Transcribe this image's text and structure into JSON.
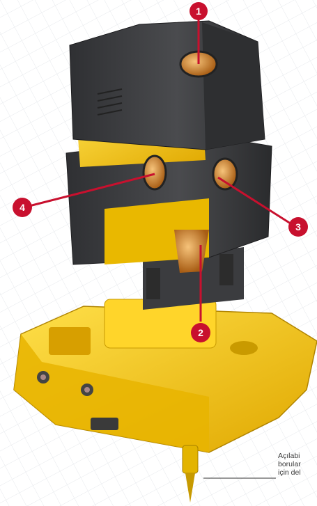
{
  "markers": [
    {
      "id": "1",
      "label": "1"
    },
    {
      "id": "2",
      "label": "2"
    },
    {
      "id": "3",
      "label": "3"
    },
    {
      "id": "4",
      "label": "4"
    }
  ],
  "caption": {
    "line1": "Açılabi",
    "line2": "borular",
    "line3": "için del"
  },
  "colors": {
    "marker": "#c8102e",
    "body_yellow": "#f2c200",
    "housing_dark": "#3d3d3f",
    "lens_amber": "#c9791e"
  }
}
